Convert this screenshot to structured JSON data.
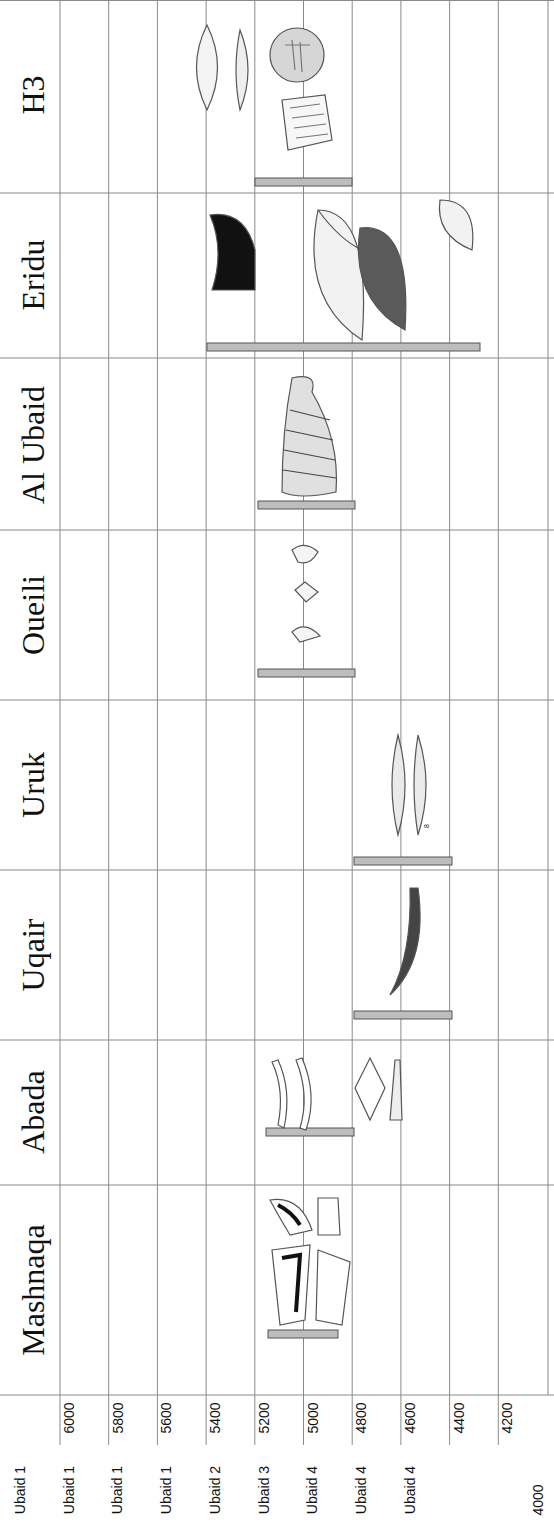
{
  "diagram": {
    "labels": [
      "H3",
      "Eridu",
      "Al Ubaid",
      "Oueili",
      "Uruk",
      "Uqair",
      "Abada",
      "Mashnaqa",
      "Ubaid 1",
      "6000",
      "Ubaid 1",
      "5800",
      "Ubaid 1",
      "5600",
      "Ubaid 1",
      "5400",
      "Ubaid 2",
      "5200",
      "Ubaid 3",
      "5000",
      "Ubaid 4",
      "4800",
      "Ubaid 4",
      "4600",
      "Ubaid 4",
      "4400",
      "4200",
      "4000",
      "8"
    ]
  }
}
